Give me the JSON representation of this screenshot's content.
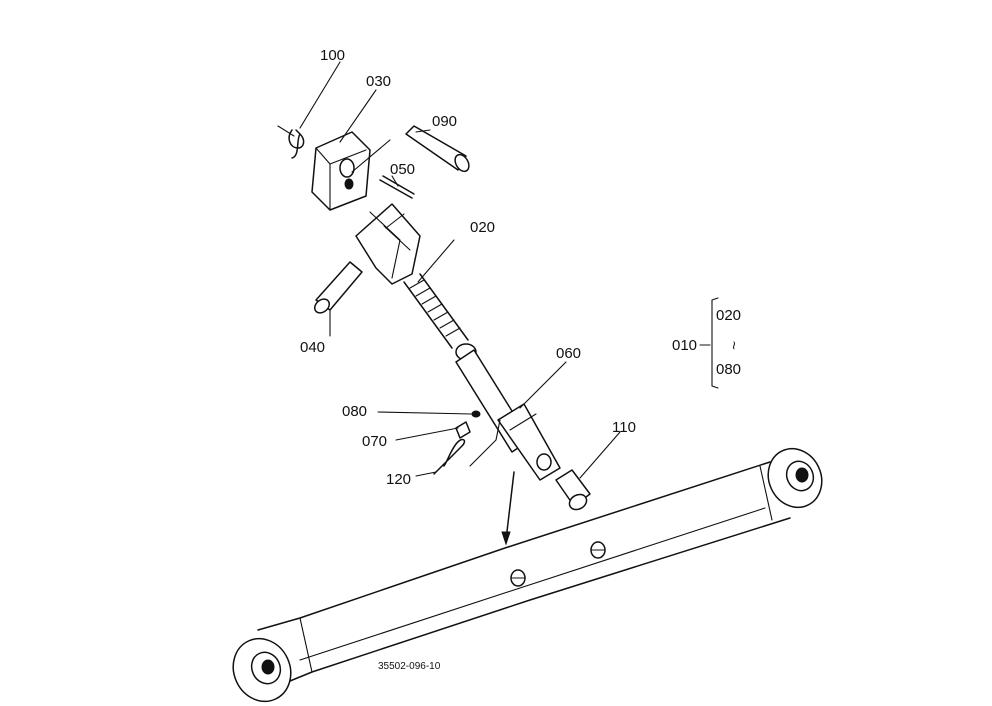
{
  "labels": {
    "p100": "100",
    "p030": "030",
    "p090": "090",
    "p050": "050",
    "p020": "020",
    "p040": "040",
    "p060": "060",
    "p080": "080",
    "p070": "070",
    "p120": "120",
    "p110": "110"
  },
  "assembly": {
    "parent": "010",
    "from": "020",
    "to": "080",
    "range_mark": "~"
  },
  "drawing_code": "35502-096-10"
}
